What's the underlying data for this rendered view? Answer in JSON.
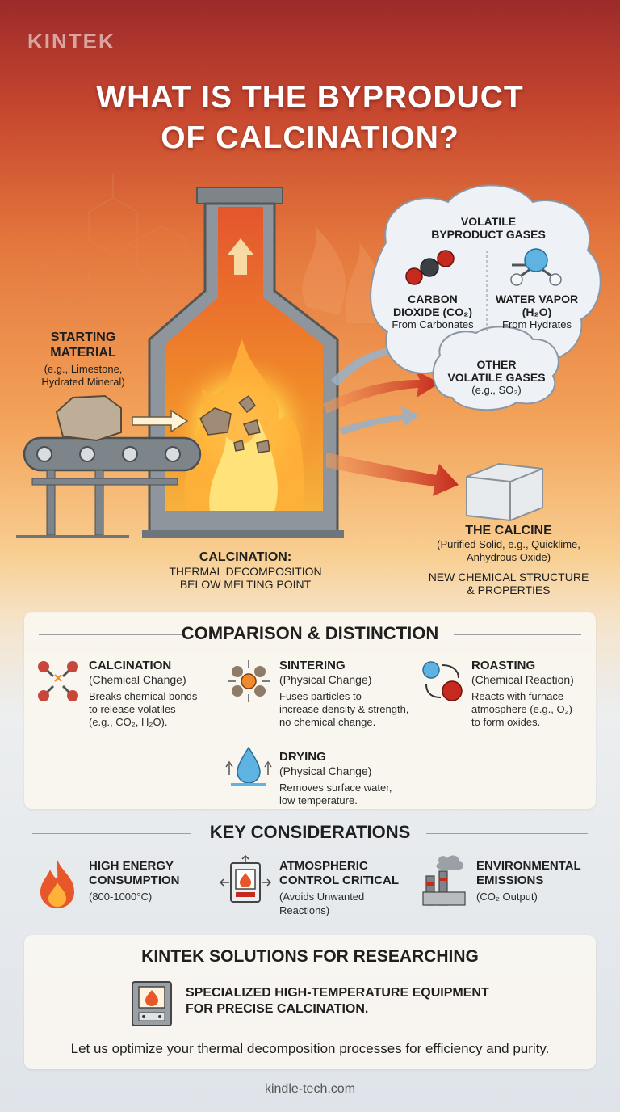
{
  "brand": "KINTEK",
  "title": {
    "line1": "WHAT IS THE BYPRODUCT",
    "line2": "OF CALCINATION?"
  },
  "diagram": {
    "starting": {
      "title1": "STARTING",
      "title2": "MATERIAL",
      "sub1": "(e.g., Limestone,",
      "sub2": "Hydrated Mineral)"
    },
    "gases": {
      "title1": "VOLATILE",
      "title2": "BYPRODUCT GASES",
      "co2": {
        "t1": "CARBON",
        "t2": "DIOXIDE (CO₂)",
        "sub": "From Carbonates"
      },
      "h2o": {
        "t1": "WATER VAPOR",
        "t2": "(H₂O)",
        "sub": "From Hydrates"
      },
      "other": {
        "t1": "OTHER",
        "t2": "VOLATILE GASES",
        "sub": "(e.g., SO₂)"
      }
    },
    "calcination": {
      "title": "CALCINATION:",
      "sub1": "THERMAL DECOMPOSITION",
      "sub2": "BELOW MELTING POINT"
    },
    "calcine": {
      "title": "THE CALCINE",
      "sub1": "(Purified Solid, e.g., Quicklime,",
      "sub2": "Anhydrous Oxide)",
      "note1": "NEW CHEMICAL STRUCTURE",
      "note2": "& PROPERTIES"
    }
  },
  "comparison": {
    "title": "COMPARISON & DISTINCTION",
    "items": [
      {
        "name": "CALCINATION",
        "type": "(Chemical Change)",
        "d1": "Breaks chemical bonds",
        "d2": "to release volatiles",
        "d3": "(e.g., CO₂, H₂O)."
      },
      {
        "name": "SINTERING",
        "type": "(Physical Change)",
        "d1": "Fuses particles to",
        "d2": "increase density & strength,",
        "d3": "no chemical change."
      },
      {
        "name": "ROASTING",
        "type": "(Chemical Reaction)",
        "d1": "Reacts with furnace",
        "d2": "atmosphere (e.g., O₂)",
        "d3": "to form oxides."
      },
      {
        "name": "DRYING",
        "type": "(Physical Change)",
        "d1": "Removes surface water,",
        "d2": "low temperature.",
        "d3": ""
      }
    ]
  },
  "considerations": {
    "title": "KEY CONSIDERATIONS",
    "items": [
      {
        "t1": "HIGH ENERGY",
        "t2": "CONSUMPTION",
        "sub1": "(800-1000°C)",
        "sub2": ""
      },
      {
        "t1": "ATMOSPHERIC",
        "t2": "CONTROL CRITICAL",
        "sub1": "(Avoids Unwanted",
        "sub2": "Reactions)"
      },
      {
        "t1": "ENVIRONMENTAL",
        "t2": "EMISSIONS",
        "sub1": "(CO₂ Output)",
        "sub2": ""
      }
    ]
  },
  "solutions": {
    "title": "KINTEK SOLUTIONS FOR RESEARCHING",
    "line1": "SPECIALIZED HIGH-TEMPERATURE EQUIPMENT",
    "line2": "FOR PRECISE CALCINATION.",
    "tagline": "Let us optimize your thermal decomposition processes for efficiency and purity."
  },
  "footer": "kindle-tech.com",
  "colors": {
    "accent_red": "#c62a1e",
    "flame_orange": "#f08a2a",
    "steel": "#8e959c",
    "molecule_blue": "#5fb3e3"
  }
}
